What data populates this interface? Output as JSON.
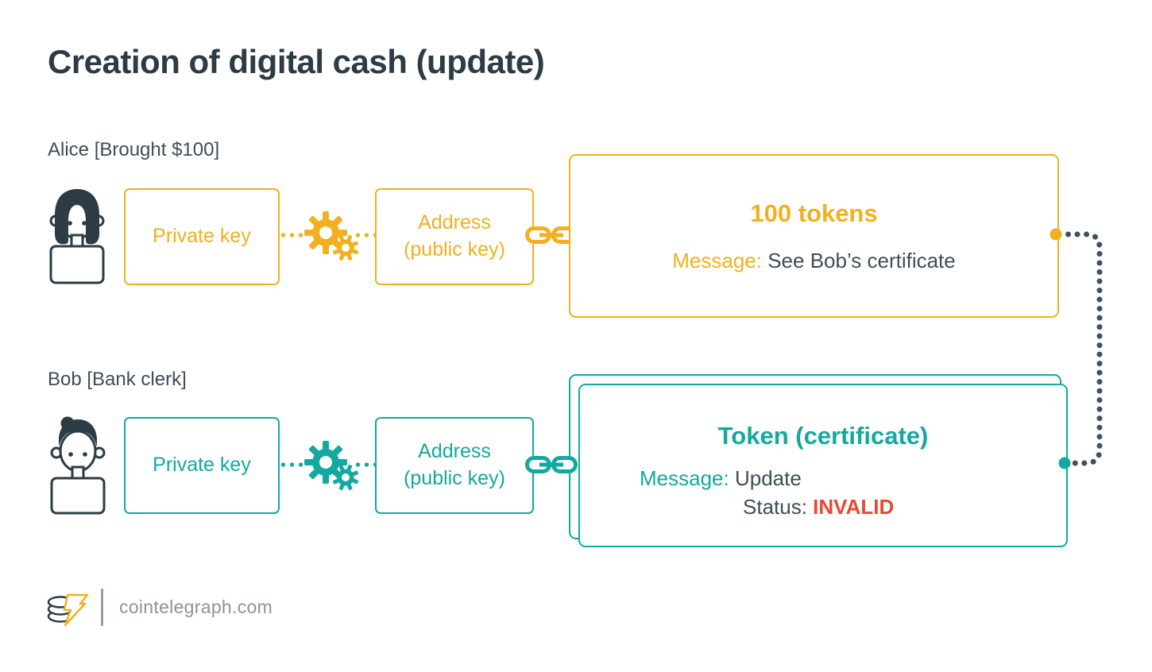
{
  "title": "Creation of digital cash (update)",
  "colors": {
    "yellow": "#F2B01E",
    "teal": "#12A9A0",
    "dark_slate": "#2C3B44",
    "text_dark": "#3E4D56",
    "red": "#EA4734",
    "connector": "#42515E",
    "footer_gray": "#8C939B"
  },
  "icons": {
    "alice_avatar": "woman-avatar-icon",
    "bob_avatar": "man-avatar-icon",
    "gears": "gears-icon",
    "chain": "chain-link-icon",
    "logo": "cointelegraph-coin-stack-bolt-icon"
  },
  "alice": {
    "label": "Alice [Brought $100]",
    "private_key": "Private key",
    "address_line1": "Address",
    "address_line2": "(public key)",
    "token_title": "100 tokens",
    "message_label": "Message:",
    "message_value": "See Bob’s certificate"
  },
  "bob": {
    "label": "Bob [Bank clerk]",
    "private_key": "Private key",
    "address_line1": "Address",
    "address_line2": "(public key)",
    "token_title": "Token (certificate)",
    "message_label": "Message:",
    "message_value": "Update",
    "status_label": "Status:",
    "status_value": "INVALID"
  },
  "footer": {
    "site": "cointelegraph.com"
  }
}
